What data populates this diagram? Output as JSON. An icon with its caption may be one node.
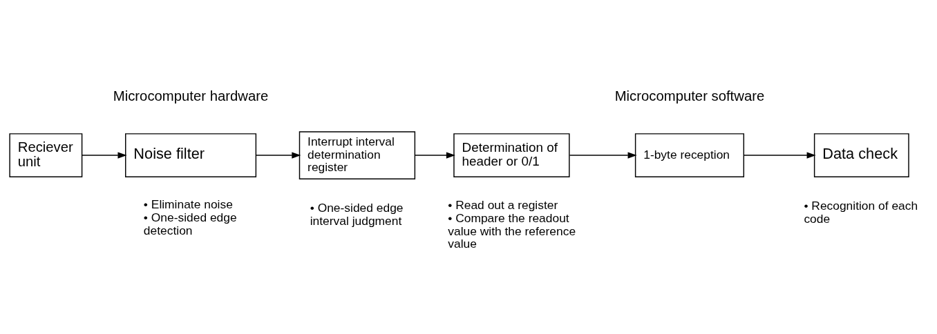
{
  "diagram": {
    "nodes": [
      {
        "text": [
          "Reciever unit"
        ]
      },
      {
        "text": [
          "Noise filter"
        ],
        "beside": [
          "• Eliminate noise",
          "• One-sided edge detection"
        ]
      },
      {
        "text": [
          "Interrupt interval determination register"
        ],
        "beside": [
          "• One-sided edge interval judgment"
        ]
      },
      {
        "text": [
          "Determination of header or 0/1"
        ],
        "beside": [
          "• Read out a register",
          "• Compare the readout value with the reference value"
        ]
      },
      {
        "text": [
          "1-byte reception"
        ]
      },
      {
        "text": [
          "Data check"
        ],
        "beside": [
          "• Recognition of each code"
        ]
      }
    ],
    "edges": [
      {
        "from": 0,
        "to": 1,
        "arrow": "to"
      },
      {
        "from": 1,
        "to": 2,
        "arrow": "to"
      },
      {
        "from": 2,
        "to": 3,
        "arrow": "to"
      },
      {
        "from": 3,
        "to": 4,
        "arrow": "to"
      },
      {
        "from": 4,
        "to": 5,
        "arrow": "to"
      }
    ],
    "labels": [
      "Microcomputer hardware",
      "Microcomputer software"
    ]
  }
}
